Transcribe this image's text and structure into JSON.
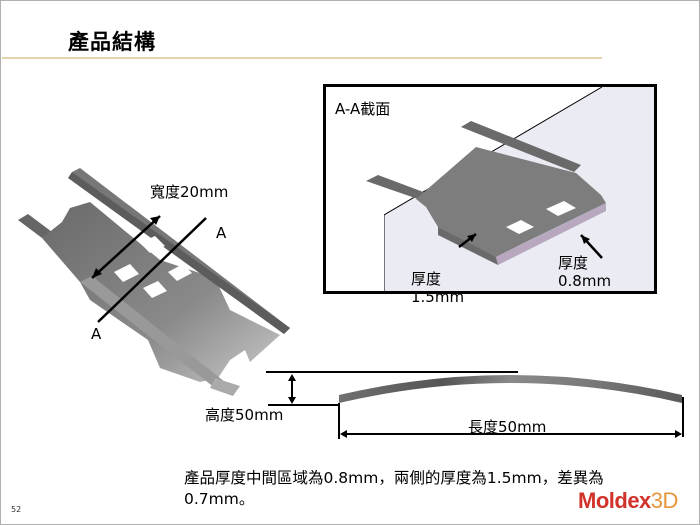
{
  "slide": {
    "title": "產品結構",
    "page_number": "52"
  },
  "left_figure": {
    "width_label": "寬度20mm",
    "section_marker_top": "A",
    "section_marker_bottom": "A"
  },
  "section_view": {
    "title": "A-A截面",
    "thickness_left_label_line1": "厚度",
    "thickness_left_label_line2": "1.5mm",
    "thickness_right_label_line1": "厚度",
    "thickness_right_label_line2": "0.8mm"
  },
  "arc_figure": {
    "height_label": "高度50mm",
    "length_label": "長度50mm"
  },
  "description": "產品厚度中間區域為0.8mm，兩側的厚度為1.5mm，差異為0.7mm。",
  "logo": {
    "main": "Moldex",
    "suffix": "3D",
    "main_color": "#d1332b",
    "suffix_color": "#e8943a"
  }
}
